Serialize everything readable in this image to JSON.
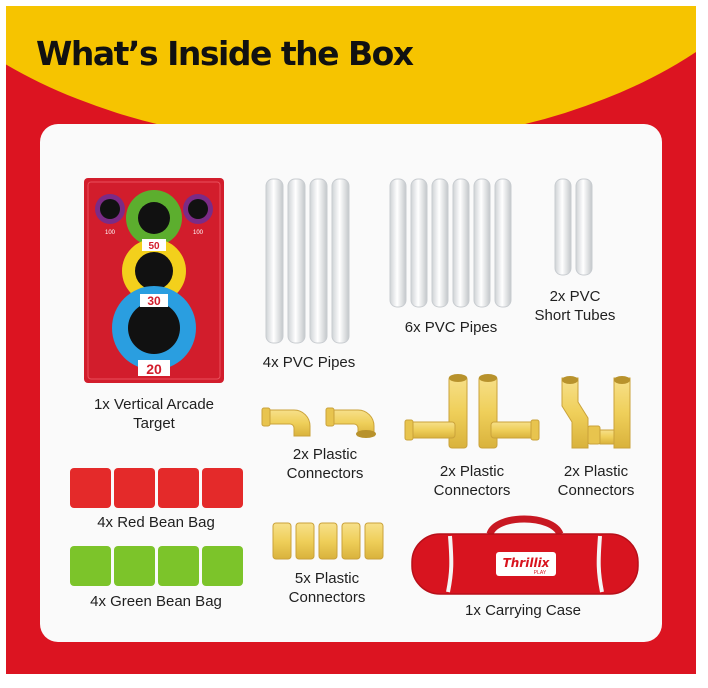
{
  "title": "What’s Inside the Box",
  "target": {
    "small_ring_score": "100",
    "green_ring_score": "50",
    "yellow_ring_score": "30",
    "blue_ring_score": "20"
  },
  "bag_logo": "Thrillix",
  "bag_logo_sub": "PLAY",
  "items": [
    {
      "label": "1x Vertical Arcade",
      "label2": "Target"
    },
    {
      "label": "4x PVC Pipes"
    },
    {
      "label": "6x PVC Pipes"
    },
    {
      "label": "2x PVC",
      "label2": "Short Tubes"
    },
    {
      "label": "2x Plastic",
      "label2": "Connectors"
    },
    {
      "label": "2x Plastic",
      "label2": "Connectors"
    },
    {
      "label": "2x Plastic",
      "label2": "Connectors"
    },
    {
      "label": "4x Red Bean Bag"
    },
    {
      "label": "4x Green Bean Bag"
    },
    {
      "label": "5x Plastic",
      "label2": "Connectors"
    },
    {
      "label": "1x Carrying Case"
    }
  ],
  "colors": {
    "brand_red": "#dc1421",
    "brand_yellow": "#f6c400",
    "connector_yellow": "#f0d060",
    "bean_bag_green": "#7cc42a"
  }
}
